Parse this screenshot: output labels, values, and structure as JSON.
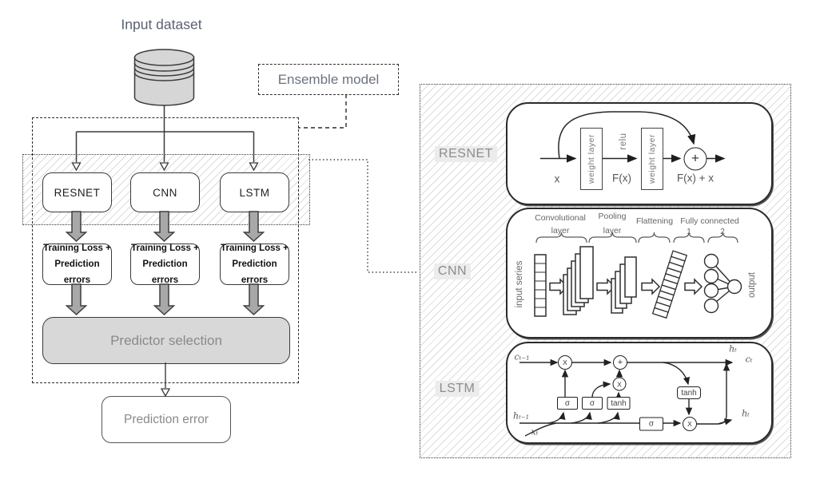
{
  "diagram": {
    "left": {
      "input_dataset_label": "Input dataset",
      "ensemble_model_label": "Ensemble model",
      "model_boxes": [
        "RESNET",
        "CNN",
        "LSTM"
      ],
      "training_boxes": [
        {
          "line1": "Training Loss +",
          "line2": "Prediction errors"
        },
        {
          "line1": "Training Loss +",
          "line2": "Prediction errors"
        },
        {
          "line1": "Training Loss +",
          "line2": "Prediction errors"
        }
      ],
      "predictor_selection_label": "Predictor selection",
      "prediction_error_label": "Prediction error"
    },
    "right": {
      "section_labels": [
        "RESNET",
        "CNN",
        "LSTM"
      ],
      "resnet": {
        "input_var": "x",
        "weight_layer_1": "weight layer",
        "relu_label": "relu",
        "fx_label": "F(x)",
        "weight_layer_2": "weight layer",
        "sum_op": "+",
        "output_label": "F(x) + x"
      },
      "cnn": {
        "input_axis_label": "input series",
        "output_axis_label": "output",
        "stages": {
          "conv_line1": "Convolutional",
          "conv_line2": "layer",
          "pool_line1": "Pooling",
          "pool_line2": "layer",
          "flatten": "Flattening",
          "fc": "Fully connected",
          "fc_1": "1",
          "fc_2": "2"
        }
      },
      "lstm": {
        "c_prev": "cₜ₋₁",
        "h_prev": "hₜ₋₁",
        "x_in": "xₜ",
        "h_out_top": "hₜ",
        "c_out": "cₜ",
        "h_out_right": "hₜ",
        "gate_sigma_1": "σ",
        "gate_sigma_2": "σ",
        "gate_tanh_1": "tanh",
        "gate_tanh_2": "tanh",
        "gate_sigma_3": "σ",
        "op_mul_1": "X",
        "op_add": "+",
        "op_mul_2": "X",
        "op_mul_3": "X"
      }
    },
    "colors": {
      "box_fill_gray": "#d8d8d8",
      "arrow_fill": "#a8a8a8",
      "hatch_line": "#dcdcdc"
    }
  }
}
